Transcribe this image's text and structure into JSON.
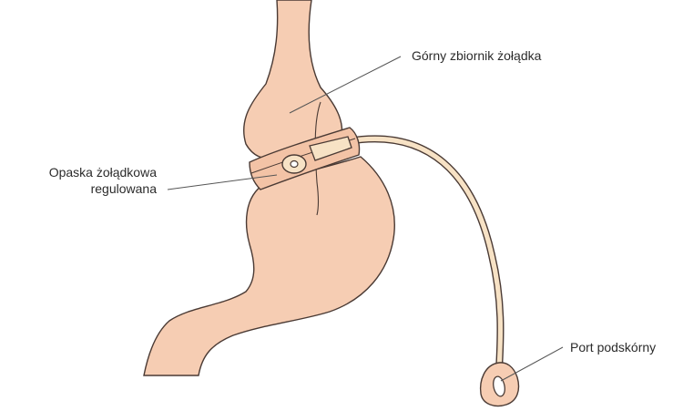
{
  "labels": {
    "upper_pouch": "Górny zbiornik żołądka",
    "band_line1": "Opaska żołądkowa",
    "band_line2": "regulowana",
    "port": "Port podskórny"
  },
  "colors": {
    "tissue_fill": "#f6cdb3",
    "outline": "#4a3a34",
    "tube_fill": "#f7e2c5",
    "leader_line": "#555555",
    "text": "#2b2b2b",
    "background": "#ffffff"
  }
}
